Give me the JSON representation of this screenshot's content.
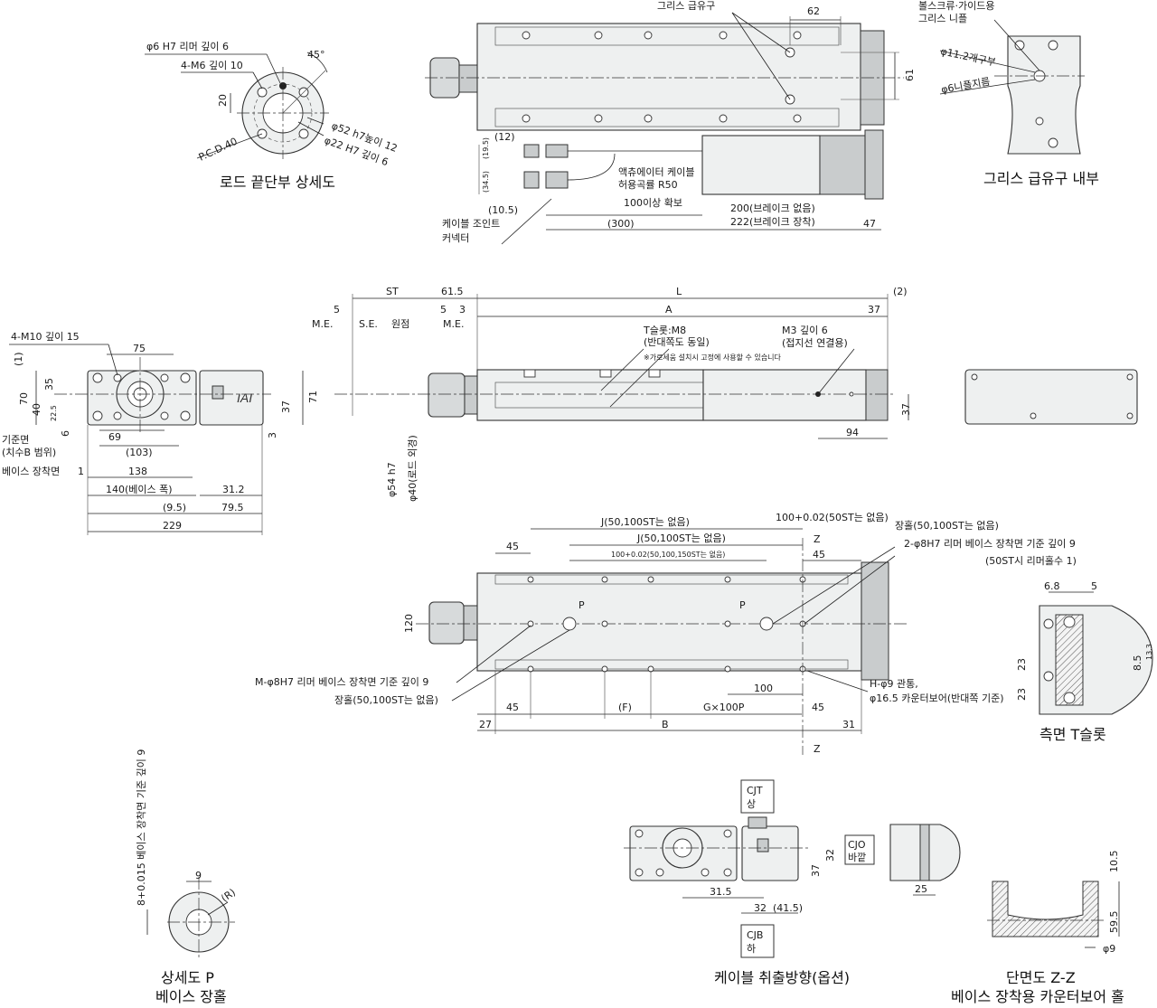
{
  "rod_end_view": {
    "caption": "로드 끝단부 상세도",
    "labels": {
      "reamer": "φ6 H7 리머 깊이 6",
      "tap": "4-M6 깊이 10",
      "angle": "45°",
      "dim20": "20",
      "pcd": "P.C.D.40",
      "d52": "φ52 h7높이 12",
      "d22": "φ22 H7 깊이 6"
    }
  },
  "top_view": {
    "labels": {
      "grease_port": "그리스 급유구",
      "dim62": "62",
      "dim61": "61",
      "dim12": "(12)",
      "dim19_5": "(19.5)",
      "dim34_5": "(34.5)",
      "dim10_5": "(10.5)",
      "cable_r": "액츄에이터 케이블",
      "cable_r2": "허용곡률 R50",
      "dim100": "100이상 확보",
      "dim300": "(300)",
      "brake_none": "200(브레이크 없음)",
      "brake_with": "222(브레이크 장착)",
      "dim47": "47",
      "joint": "케이블 조인트",
      "connector": "커넥터"
    }
  },
  "grease_view": {
    "caption": "그리스 급유구 내부",
    "labels": {
      "bolt": "볼스크류·가이드용",
      "nipple": "그리스 니플",
      "d11": "φ11.2개구부",
      "d6": "φ6니플지름"
    }
  },
  "end_view": {
    "labels": {
      "tap": "4-M10 깊이 15",
      "d75": "75",
      "d1": "(1)",
      "d70": "70",
      "d35": "35",
      "d40": "40",
      "d22_5": "22.5",
      "d6": "6",
      "d69": "69",
      "d103": "(103)",
      "ref1": "기준면",
      "ref2": "(치수B 범위)",
      "base": "베이스 장착면",
      "d1b": "1",
      "d138": "138",
      "d140": "140(베이스 폭)",
      "d31_2": "31.2",
      "d9_5": "(9.5)",
      "d79_5": "79.5",
      "d229": "229",
      "d37": "37",
      "d71": "71",
      "d3": "3"
    }
  },
  "side_view": {
    "labels": {
      "st": "ST",
      "d61_5": "61.5",
      "L": "L",
      "d2": "(2)",
      "d5a": "5",
      "me1": "M.E.",
      "se": "S.E.",
      "origin": "원점",
      "d5b": "5",
      "d3": "3",
      "me2": "M.E.",
      "A": "A",
      "d37": "37",
      "tslot": "T슬롯:M8",
      "tslot2": "(반대쪽도 동일)",
      "note": "※가로세움 설치시 고정에 사용할 수 있습니다",
      "m3": "M3 깊이 6",
      "m3b": "(접지선 연결용)",
      "d37b": "37",
      "d94": "94",
      "d54": "φ54 h7",
      "d40": "φ40(로드 외경)"
    }
  },
  "base_view": {
    "labels": {
      "J1": "J(50,100ST는 없음)",
      "J2": "J(50,100ST는 없음)",
      "tol1": "100+0.02(50ST는 없음)",
      "tol2": "100+0.02(50,100,150ST는 없음)",
      "slot": "장홀(50,100ST는 없음)",
      "reamer2": "2-φ8H7 리머 베이스 장착면 기준 깊이 9",
      "reamer2b": "(50ST시 리머홀수 1)",
      "d45a": "45",
      "Z": "Z",
      "d45b": "45",
      "d120": "120",
      "P": "P",
      "mreamer": "M-φ8H7 리머 베이스 장착면 기준 깊이 9",
      "slot2": "장홀(50,100ST는 없음)",
      "d100": "100",
      "hole": "H-φ9 관통,",
      "hole2": "φ16.5 카운터보어(반대쪽 기준)",
      "d27": "27",
      "d45c": "45",
      "F": "(F)",
      "G": "G×100P",
      "d45d": "45",
      "d31": "31",
      "B": "B"
    }
  },
  "tslot_view": {
    "caption": "측면 T슬롯",
    "labels": {
      "d6_8": "6.8",
      "d5": "5",
      "d13_3": "13.3",
      "d23a": "23",
      "d8_5": "8.5",
      "d23b": "23"
    }
  },
  "detail_p": {
    "caption1": "상세도 P",
    "caption2": "베이스 장홀",
    "labels": {
      "d9": "9",
      "r": "(R)",
      "side": "8+0.015 베이스 장착면 기준 깊이 9"
    }
  },
  "cable_view": {
    "caption": "케이블 취출방향(옵션)",
    "labels": {
      "cjt": "CJT",
      "up": "상",
      "cjo": "CJO",
      "out": "바깥",
      "cjb": "CJB",
      "down": "하",
      "d32a": "32",
      "d37": "37",
      "d31_5": "31.5",
      "d32b": "32",
      "d41_5": "(41.5)",
      "d25": "25"
    }
  },
  "section_zz": {
    "caption1": "단면도 Z-Z",
    "caption2": "베이스 장착용 카운터보어 홀",
    "labels": {
      "d10_5": "10.5",
      "d59_5": "59.5",
      "d9": "φ9"
    }
  }
}
